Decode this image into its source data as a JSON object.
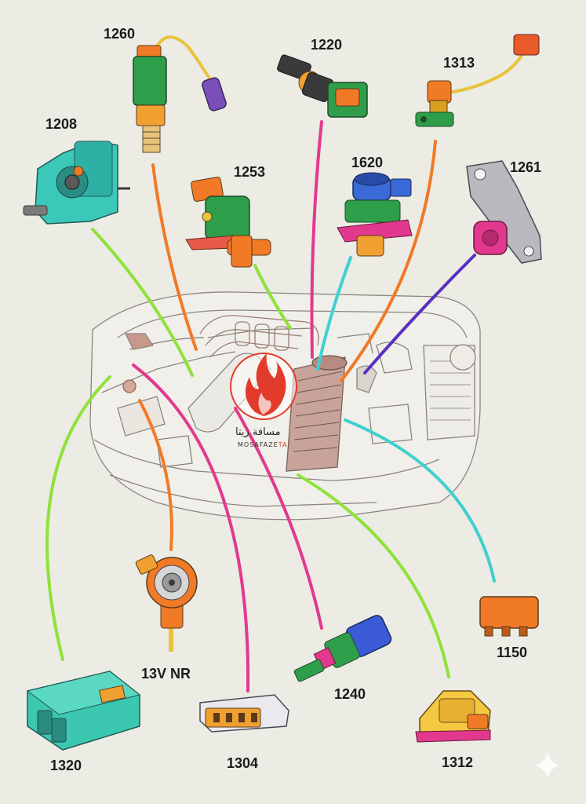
{
  "components": [
    {
      "id": "c1260",
      "label": "1260"
    },
    {
      "id": "c1220",
      "label": "1220"
    },
    {
      "id": "c1313",
      "label": "1313"
    },
    {
      "id": "c1208",
      "label": "1208"
    },
    {
      "id": "c1253",
      "label": "1253"
    },
    {
      "id": "c1620",
      "label": "1620"
    },
    {
      "id": "c1261",
      "label": "1261"
    },
    {
      "id": "c13vnr",
      "label": "13V NR"
    },
    {
      "id": "c1150",
      "label": "1150"
    },
    {
      "id": "c1240",
      "label": "1240"
    },
    {
      "id": "c1320",
      "label": "1320"
    },
    {
      "id": "c1304",
      "label": "1304"
    },
    {
      "id": "c1312",
      "label": "1312"
    }
  ],
  "watermark": {
    "text_arabic": "مسافة زيتا",
    "text_latin_main": "MOSAFAZE",
    "text_latin_highlight": "TA"
  },
  "colors": {
    "background": "#ecebe4",
    "line_green": "#8fe23a",
    "line_orange": "#f07a26",
    "line_magenta": "#e2398f",
    "line_cyan": "#3fd0d0",
    "line_purple": "#5a2fc0",
    "logo_red": "#e23b2c"
  }
}
